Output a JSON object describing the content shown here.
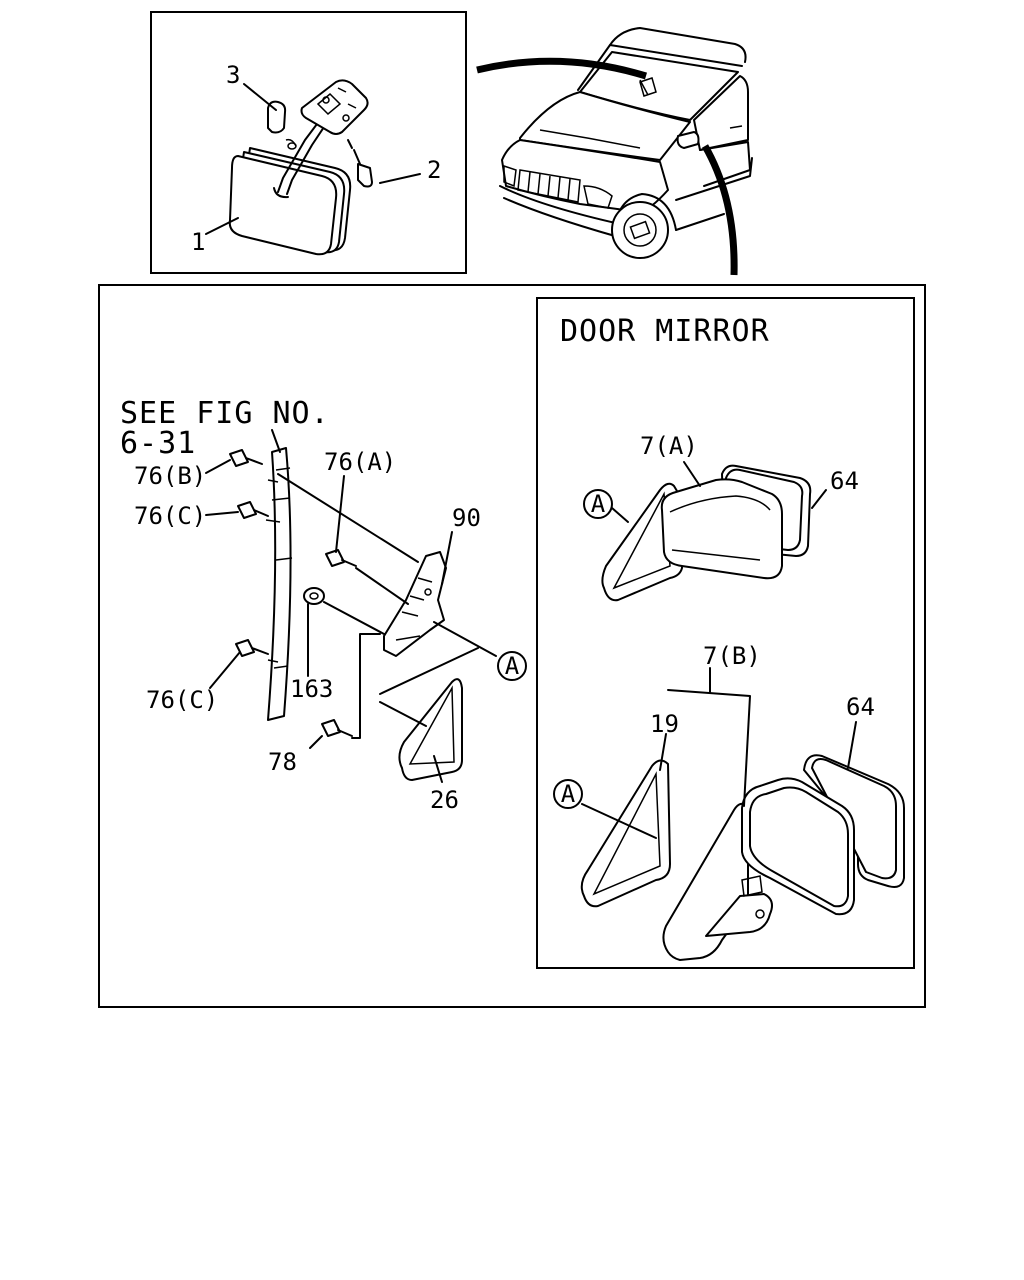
{
  "diagram": {
    "inset": {
      "callouts": [
        "1",
        "2",
        "3"
      ]
    },
    "main": {
      "see_fig_line1": "SEE FIG NO.",
      "see_fig_line2": "6-31",
      "callouts": {
        "c76b": "76(B)",
        "c76c_upper": "76(C)",
        "c76c_lower": "76(C)",
        "c76a": "76(A)",
        "c90": "90",
        "c163": "163",
        "c78": "78",
        "c26": "26",
        "ref_a": "A"
      }
    },
    "door_mirror": {
      "title": "DOOR MIRROR",
      "callouts": {
        "c7a": "7(A)",
        "c64_top": "64",
        "ref_a_top": "A",
        "c7b": "7(B)",
        "c19": "19",
        "c64_bottom": "64",
        "ref_a_bottom": "A"
      }
    }
  }
}
